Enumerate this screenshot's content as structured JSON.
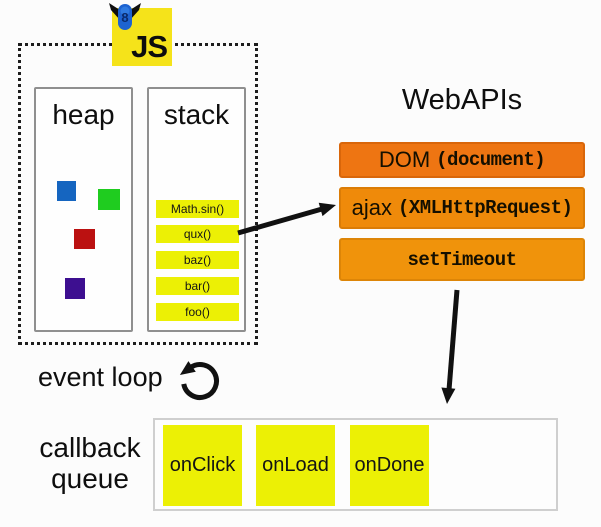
{
  "colors": {
    "js_logo_yellow": "#F5E31A",
    "note_yellow": "#ECF005",
    "dom_orange": "#EE7512",
    "ajax_orange": "#EF8A0A",
    "settimeout_orange": "#F0930B",
    "heap_blue": "#1565C0",
    "heap_green": "#1FCC1F",
    "heap_red": "#BB1111",
    "heap_purple": "#3D0F90",
    "arrow_black": "#111111"
  },
  "js_runtime": {
    "logo_text": "JS",
    "engine_badge": "8",
    "heap": {
      "label": "heap"
    },
    "stack": {
      "label": "stack",
      "frames": [
        "Math.sin()",
        "qux()",
        "baz()",
        "bar()",
        "foo()"
      ]
    }
  },
  "web_apis": {
    "title": "WebAPIs",
    "boxes": [
      {
        "name": "DOM",
        "code": "(document)"
      },
      {
        "name": "ajax",
        "code": "(XMLHttpRequest)"
      },
      {
        "name": "",
        "code": "setTimeout"
      }
    ]
  },
  "event_loop": {
    "label": "event loop"
  },
  "callback_queue": {
    "label_line1": "callback",
    "label_line2": "queue",
    "items": [
      "onClick",
      "onLoad",
      "onDone"
    ]
  }
}
